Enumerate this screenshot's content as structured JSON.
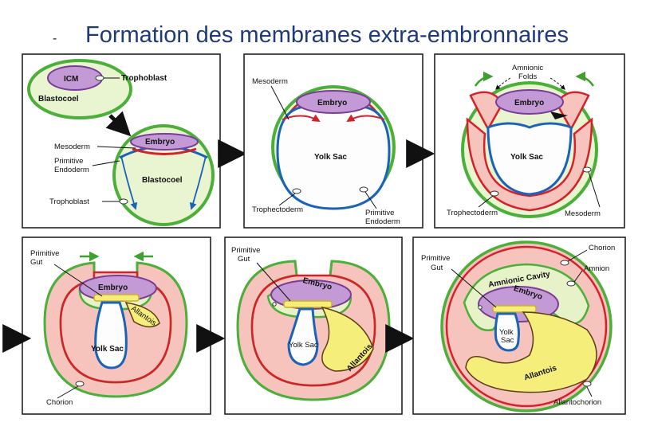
{
  "header": {
    "bullet": "-",
    "title": "Formation des membranes extra-embronnaires"
  },
  "panels": {
    "p1": {
      "icm": "ICM",
      "trophoblast_top": "Trophoblast",
      "blastocoel_top": "Blastocoel",
      "embryo": "Embryo",
      "mesoderm": "Mesoderm",
      "primitive_endoderm": [
        "Primitive",
        "Endoderm"
      ],
      "blastocoel": "Blastocoel",
      "trophoblast_bottom": "Trophoblast"
    },
    "p2": {
      "mesoderm": "Mesoderm",
      "embryo": "Embryo",
      "yolk_sac": "Yolk Sac",
      "trophectoderm": "Trophectoderm",
      "primitive_endoderm": [
        "Primitive",
        "Endoderm"
      ]
    },
    "p3": {
      "amnionic_folds": [
        "Amnionic",
        "Folds"
      ],
      "embryo": "Embryo",
      "yolk_sac": "Yolk Sac",
      "trophectoderm": "Trophectoderm",
      "mesoderm": "Mesoderm"
    },
    "p4": {
      "primitive_gut": [
        "Primitive",
        "Gut"
      ],
      "embryo": "Embryo",
      "allantois": "Allantois",
      "yolk_sac": "Yolk Sac",
      "chorion": "Chorion"
    },
    "p5": {
      "primitive_gut": [
        "Primitive",
        "Gut"
      ],
      "embryo": "Embryo",
      "yolk_sac": "Yolk Sac",
      "allantois": "Allantois"
    },
    "p6": {
      "primitive_gut": [
        "Primitive",
        "Gut"
      ],
      "amnionic_cavity": "Amnionic Cavity",
      "embryo": "Embryo",
      "yolk_sac": [
        "Yolk",
        "Sac"
      ],
      "allantois": "Allantois",
      "chorion": "Chorion",
      "amnion": "Amnion",
      "allantochorion": "Allantochorion"
    }
  },
  "colors": {
    "title": "#1f3a7a",
    "ectoderm_green": "#4caf3a",
    "mesoderm_red": "#d8202a",
    "endoderm_blue": "#1a63b8",
    "cavity_pink": "#f7c4bd",
    "embryo_purple": "#c49ad6",
    "gut_yellow": "#f6ee7a",
    "amnion_fill": "#e8f2c8"
  }
}
